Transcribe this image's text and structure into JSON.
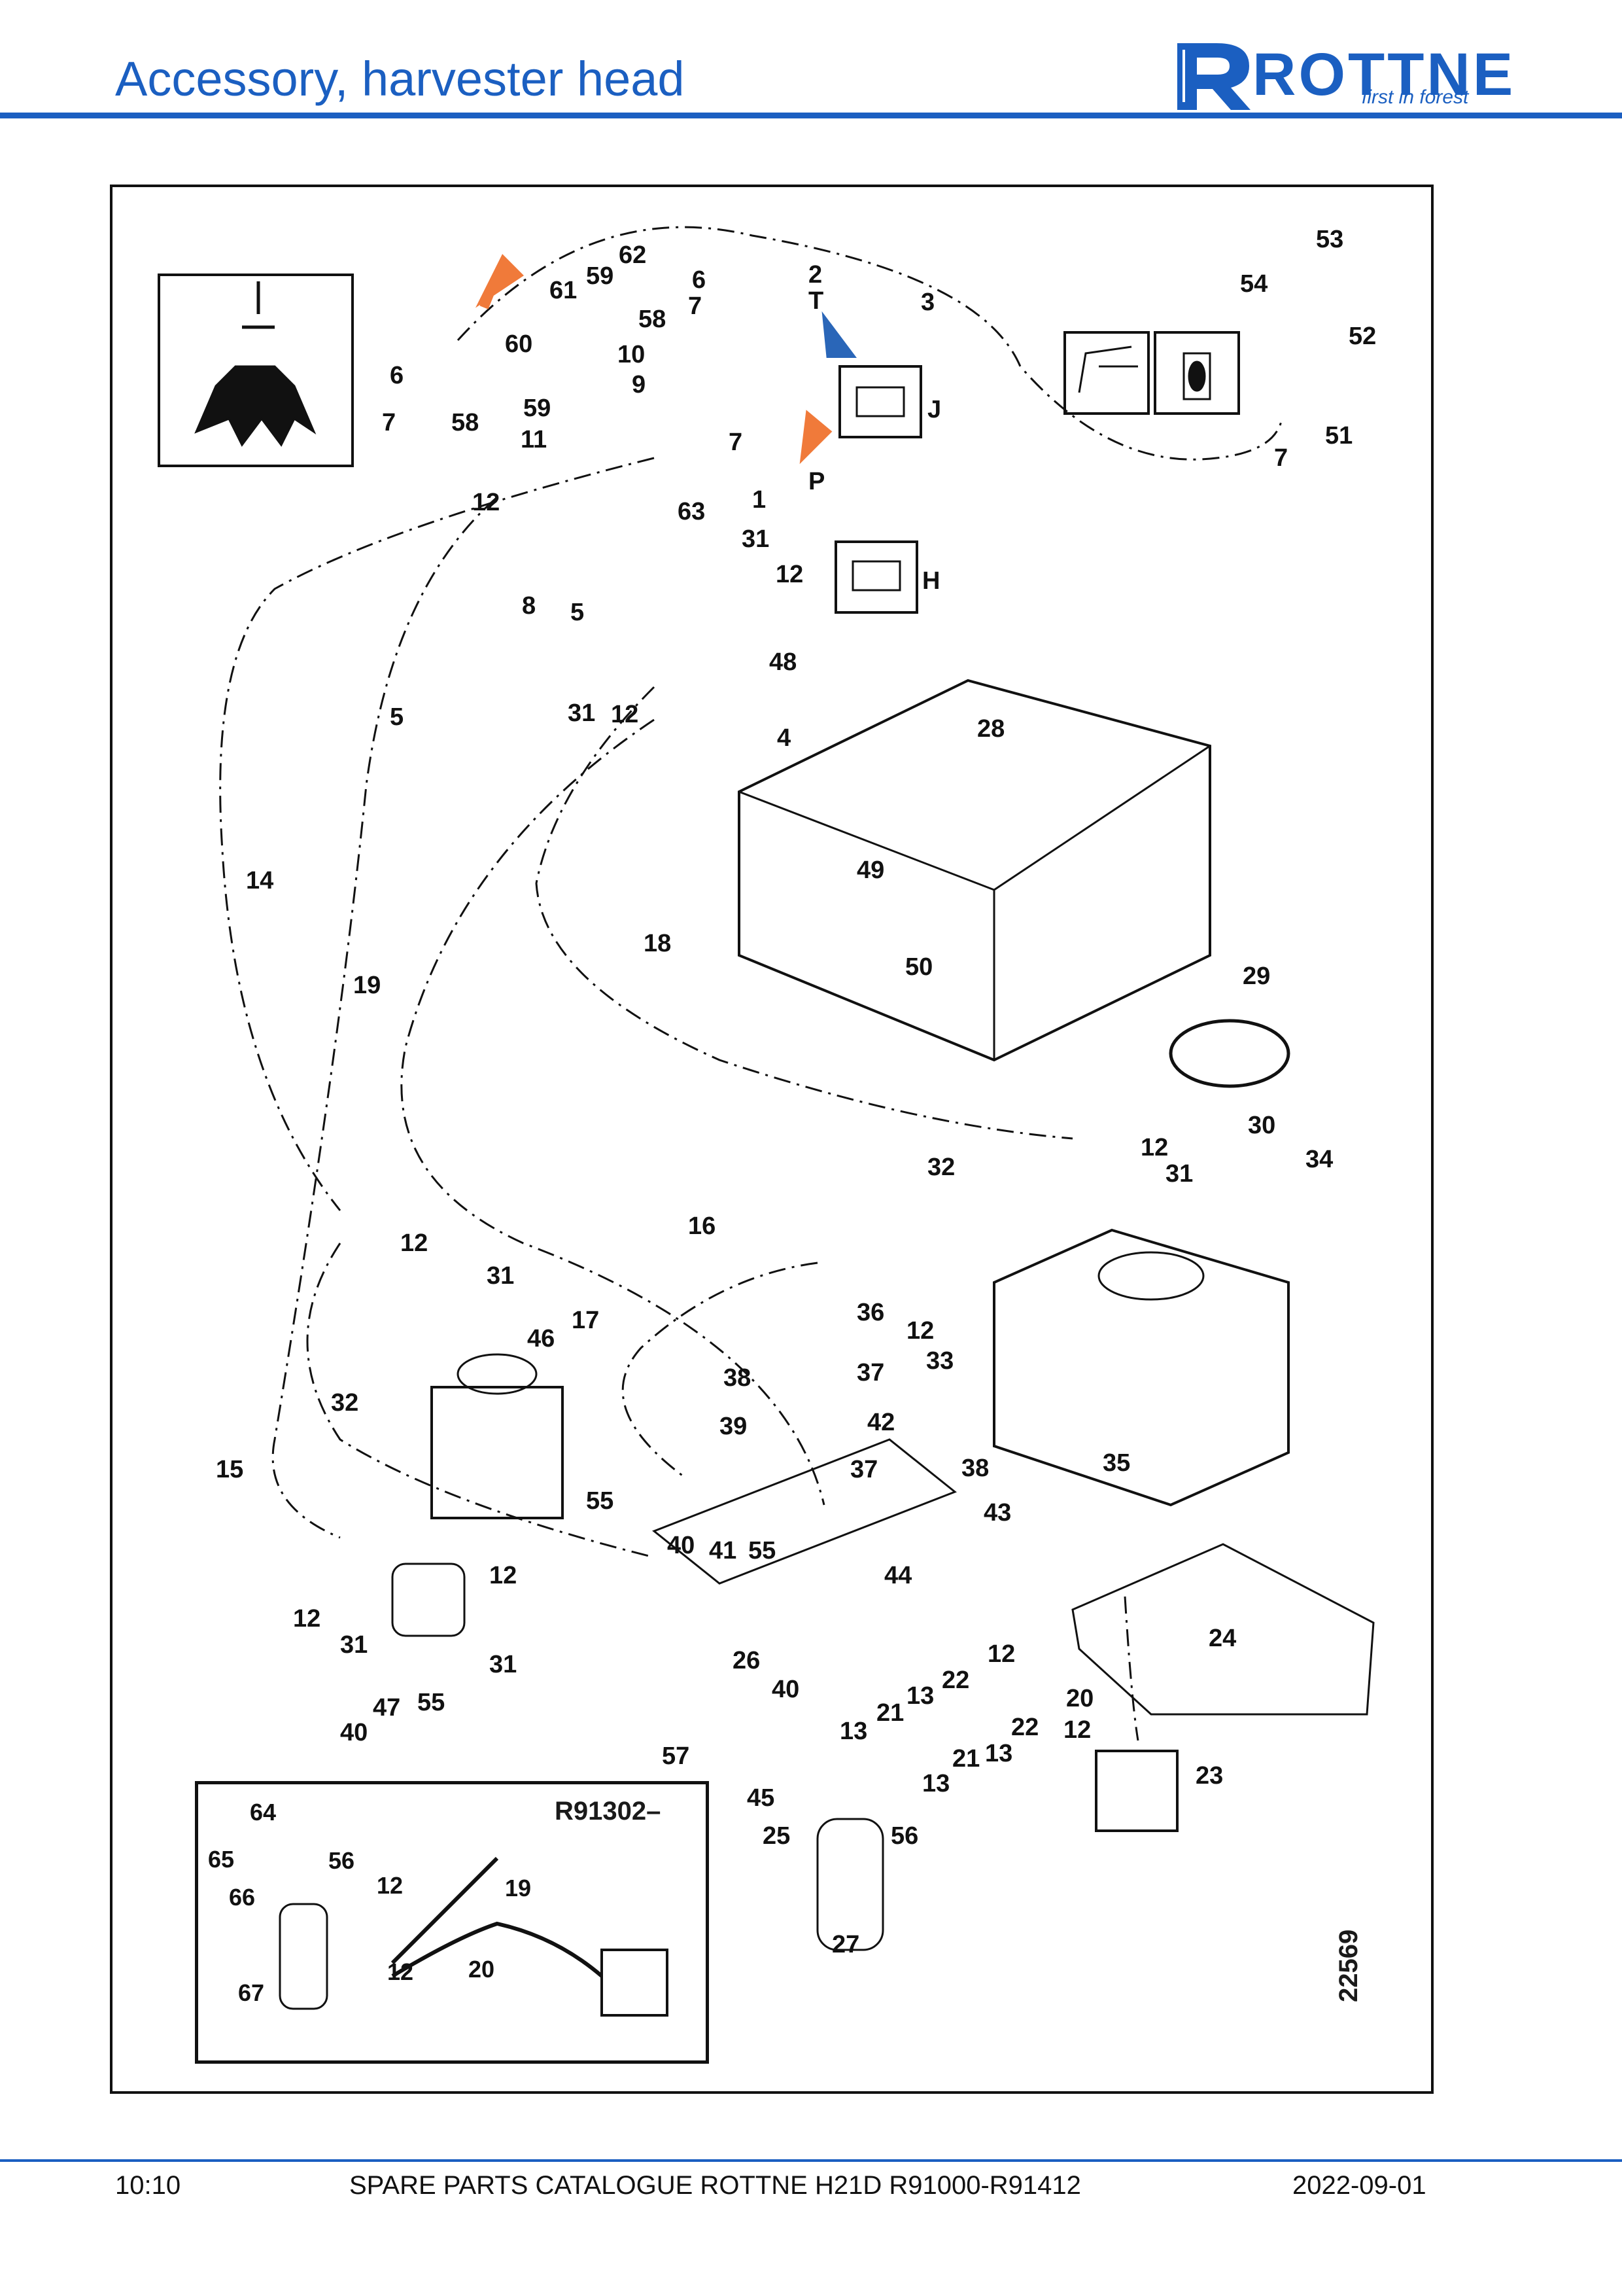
{
  "header": {
    "title": "Accessory, harvester head",
    "brand": "ROTTNE",
    "tagline": "first in forest"
  },
  "footer": {
    "page": "10:10",
    "catalogue": "SPARE PARTS CATALOGUE ROTTNE H21D R91000-R91412",
    "date": "2022-09-01"
  },
  "diagram": {
    "figure_number": "22569",
    "inset_reference": "R91302–",
    "connector_labels": [
      "J",
      "H"
    ],
    "port_labels": [
      "T",
      "P"
    ],
    "part_labels": [
      "1",
      "2",
      "3",
      "4",
      "5",
      "6",
      "7",
      "8",
      "9",
      "10",
      "11",
      "12",
      "13",
      "14",
      "15",
      "16",
      "17",
      "18",
      "19",
      "20",
      "21",
      "22",
      "23",
      "24",
      "25",
      "26",
      "27",
      "28",
      "29",
      "30",
      "31",
      "32",
      "33",
      "34",
      "35",
      "36",
      "37",
      "38",
      "39",
      "40",
      "41",
      "42",
      "43",
      "44",
      "45",
      "46",
      "47",
      "48",
      "49",
      "50",
      "51",
      "52",
      "53",
      "54",
      "55",
      "56",
      "57",
      "58",
      "59",
      "60",
      "61",
      "62",
      "63",
      "64",
      "65",
      "66",
      "67"
    ],
    "colors": {
      "accent": "#1b5fc1",
      "arrow_orange": "#f07a3a",
      "arrow_blue": "#2a66b8",
      "ink": "#111111"
    }
  }
}
